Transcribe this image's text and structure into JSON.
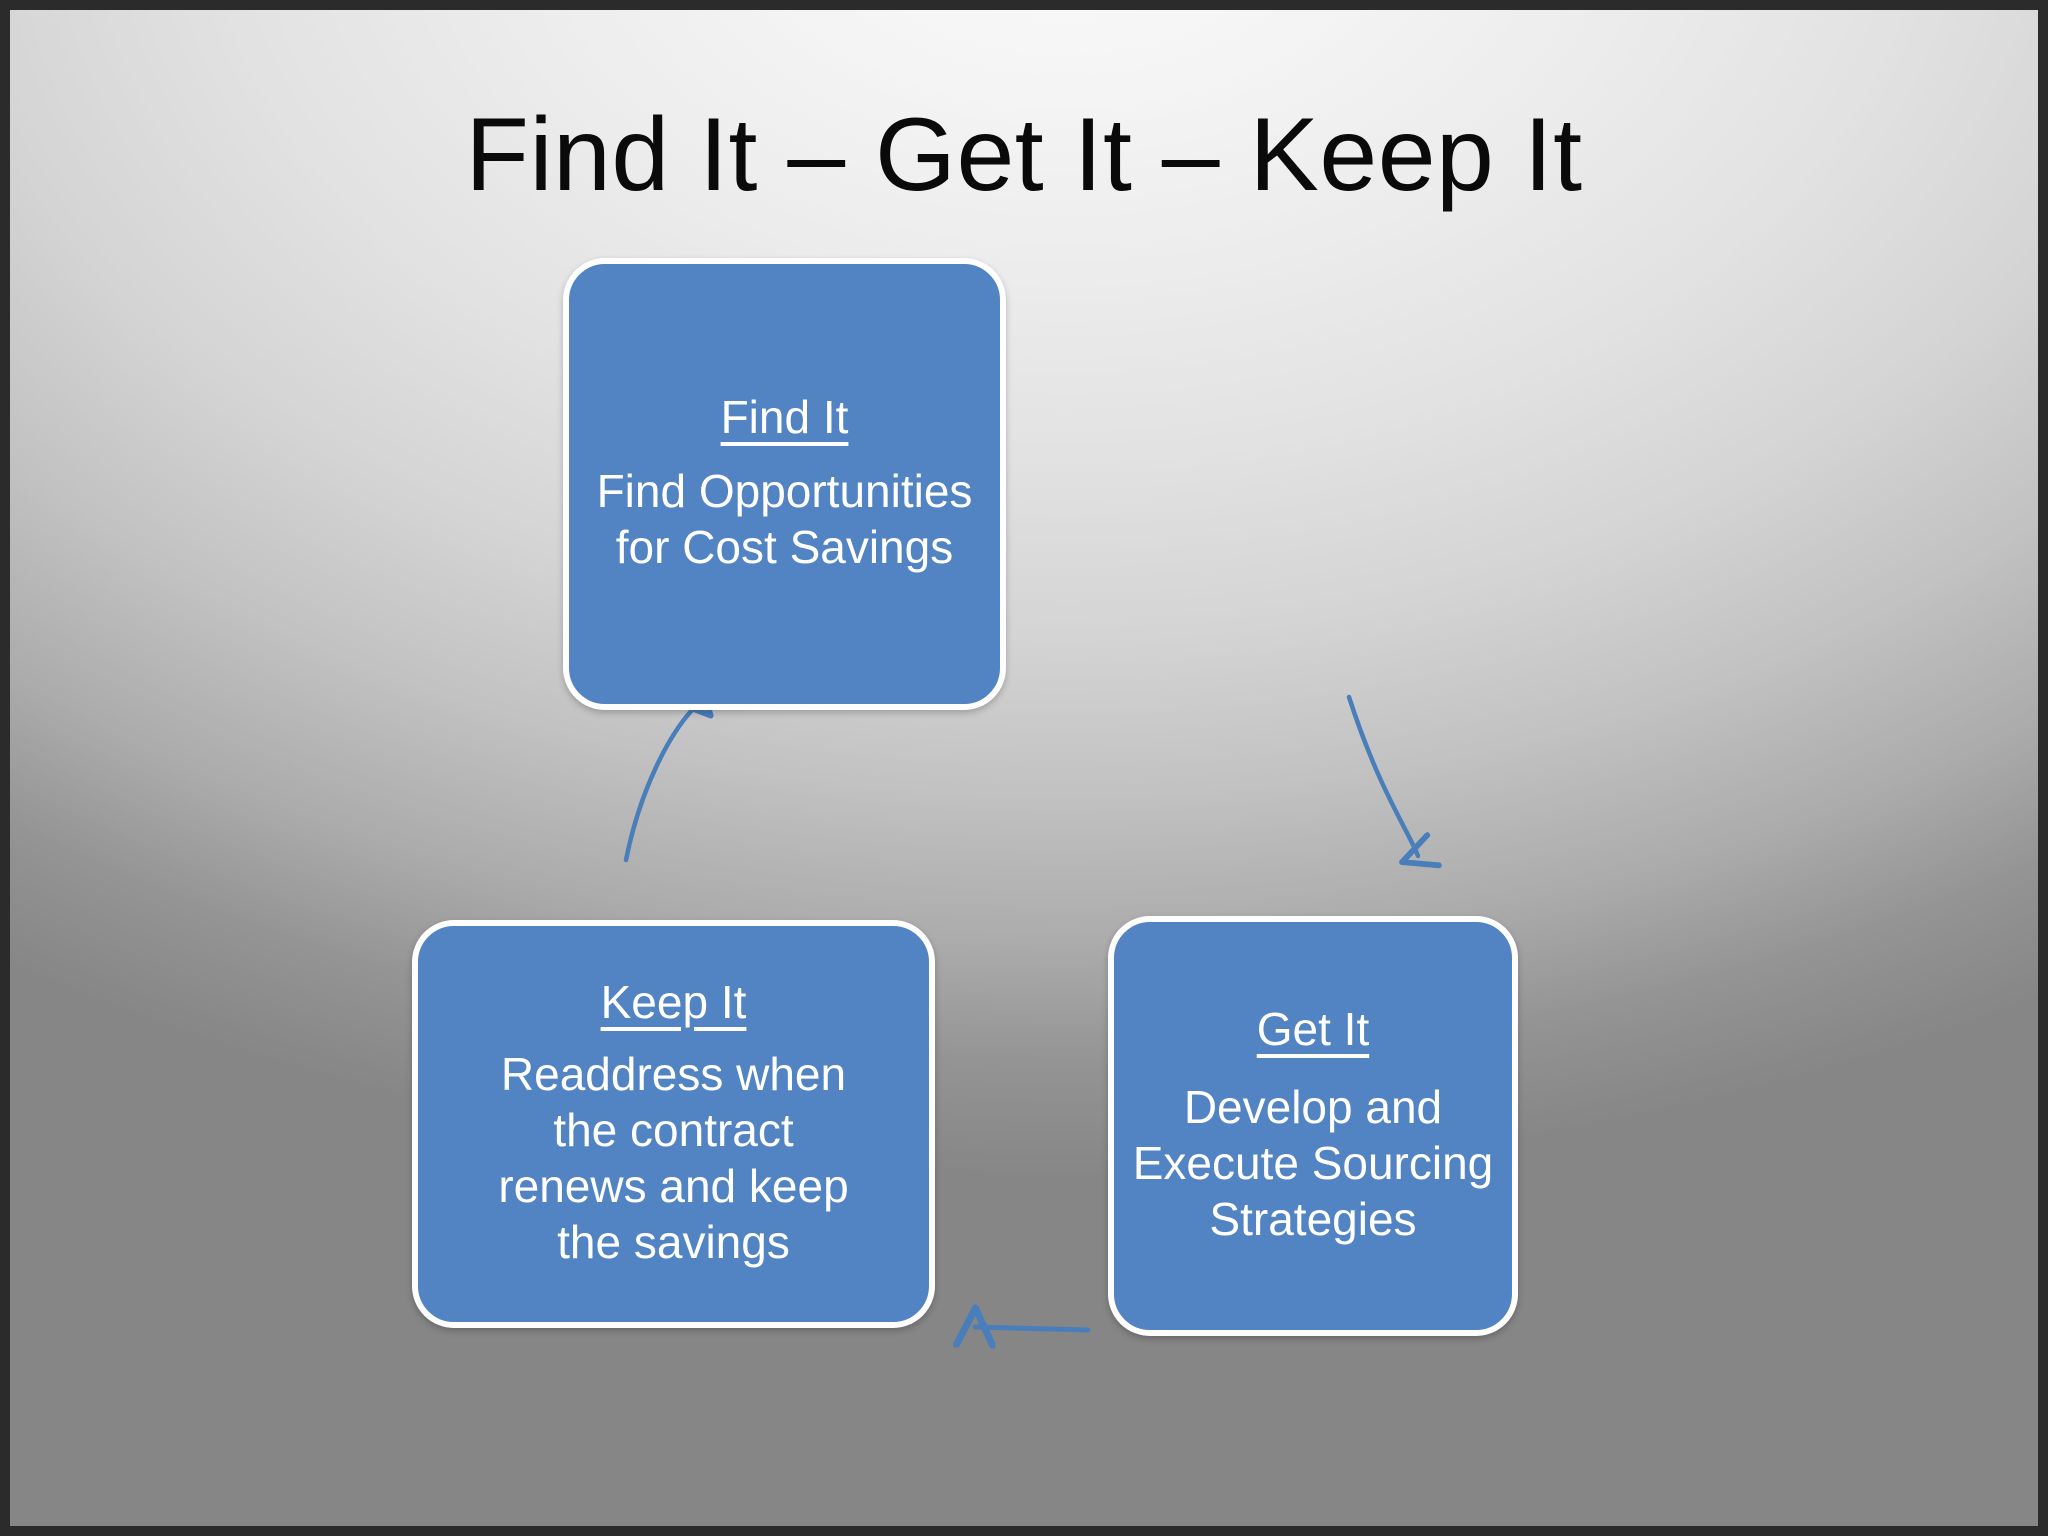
{
  "slide": {
    "title": "Find It – Get It – Keep It",
    "background_gradient_light": "#fbfbfb",
    "background_gradient_dark": "#868686",
    "accent_color": "#5283C2",
    "node_border_color": "#ffffff",
    "arrow_color": "#4A7EBB"
  },
  "nodes": [
    {
      "id": "find-it",
      "title": "Find It",
      "body": "Find Opportunities\nfor Cost Savings"
    },
    {
      "id": "get-it",
      "title": "Get It",
      "body": "Develop and\nExecute Sourcing\nStrategies"
    },
    {
      "id": "keep-it",
      "title": "Keep It",
      "body": "Readdress  when\nthe contract\nrenews and keep\nthe savings"
    }
  ],
  "arrows": [
    {
      "id": "find-to-get",
      "from": "find-it",
      "to": "get-it",
      "direction": "down-right",
      "style": "curved"
    },
    {
      "id": "get-to-keep",
      "from": "get-it",
      "to": "keep-it",
      "direction": "left",
      "style": "straight"
    },
    {
      "id": "keep-to-find",
      "from": "keep-it",
      "to": "find-it",
      "direction": "up-right",
      "style": "curved"
    }
  ]
}
